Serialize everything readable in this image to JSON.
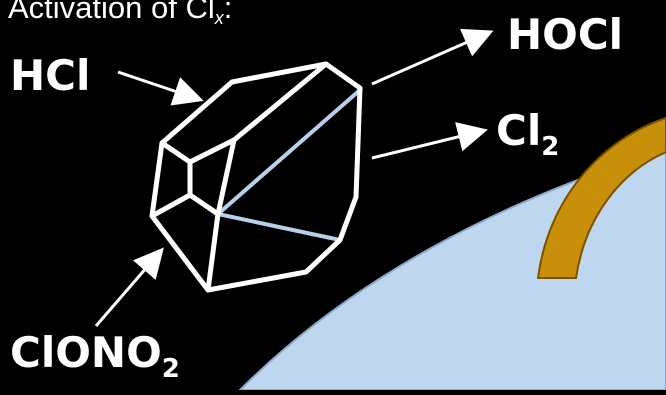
{
  "title": {
    "prefix": "Activation of Cl",
    "subscript": "x",
    "suffix": ":"
  },
  "labels": {
    "hcl": "HCl",
    "hocl": "HOCl",
    "cl2_base": "Cl",
    "cl2_sub": "2",
    "clono2_base": "ClONO",
    "clono2_sub": "2"
  },
  "colors": {
    "background": "#000000",
    "crystal_edge": "#ffffff",
    "crystal_inner_edge": "#b8d0ec",
    "surface_fill": "#bfd7ee",
    "surface_edge": "#8aa9cc",
    "arc_fill": "#c8900a",
    "arc_edge": "#7a5200",
    "text": "#ffffff"
  }
}
